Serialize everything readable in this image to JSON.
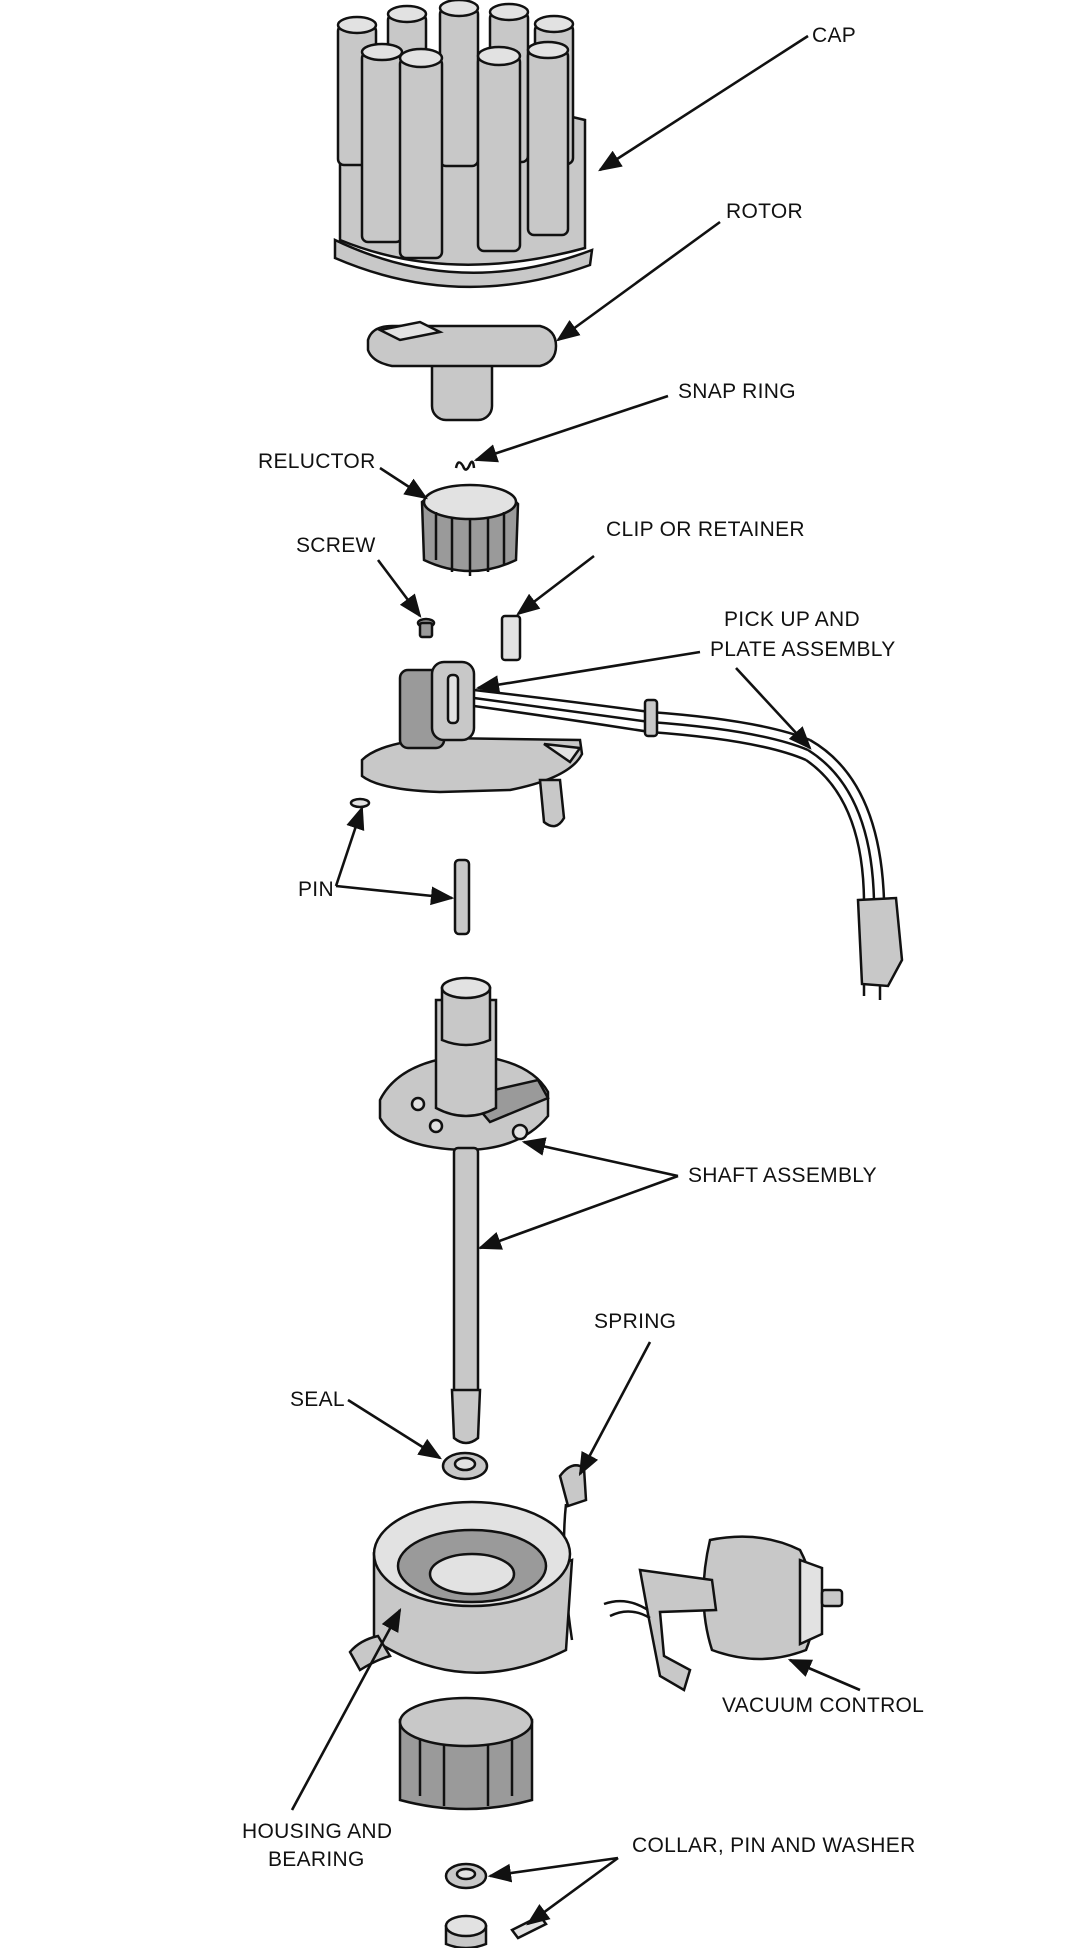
{
  "labels": {
    "cap": "CAP",
    "rotor": "ROTOR",
    "snap_ring": "SNAP RING",
    "reluctor": "RELUCTOR",
    "screw": "SCREW",
    "clip_or_retainer": "CLIP OR RETAINER",
    "pickup_line1": "PICK UP AND",
    "pickup_line2": "PLATE ASSEMBLY",
    "pin": "PIN",
    "shaft_assembly": "SHAFT ASSEMBLY",
    "spring": "SPRING",
    "seal": "SEAL",
    "vacuum_control": "VACUUM CONTROL",
    "housing_line1": "HOUSING AND",
    "housing_line2": "BEARING",
    "collar": "COLLAR, PIN AND WASHER"
  }
}
